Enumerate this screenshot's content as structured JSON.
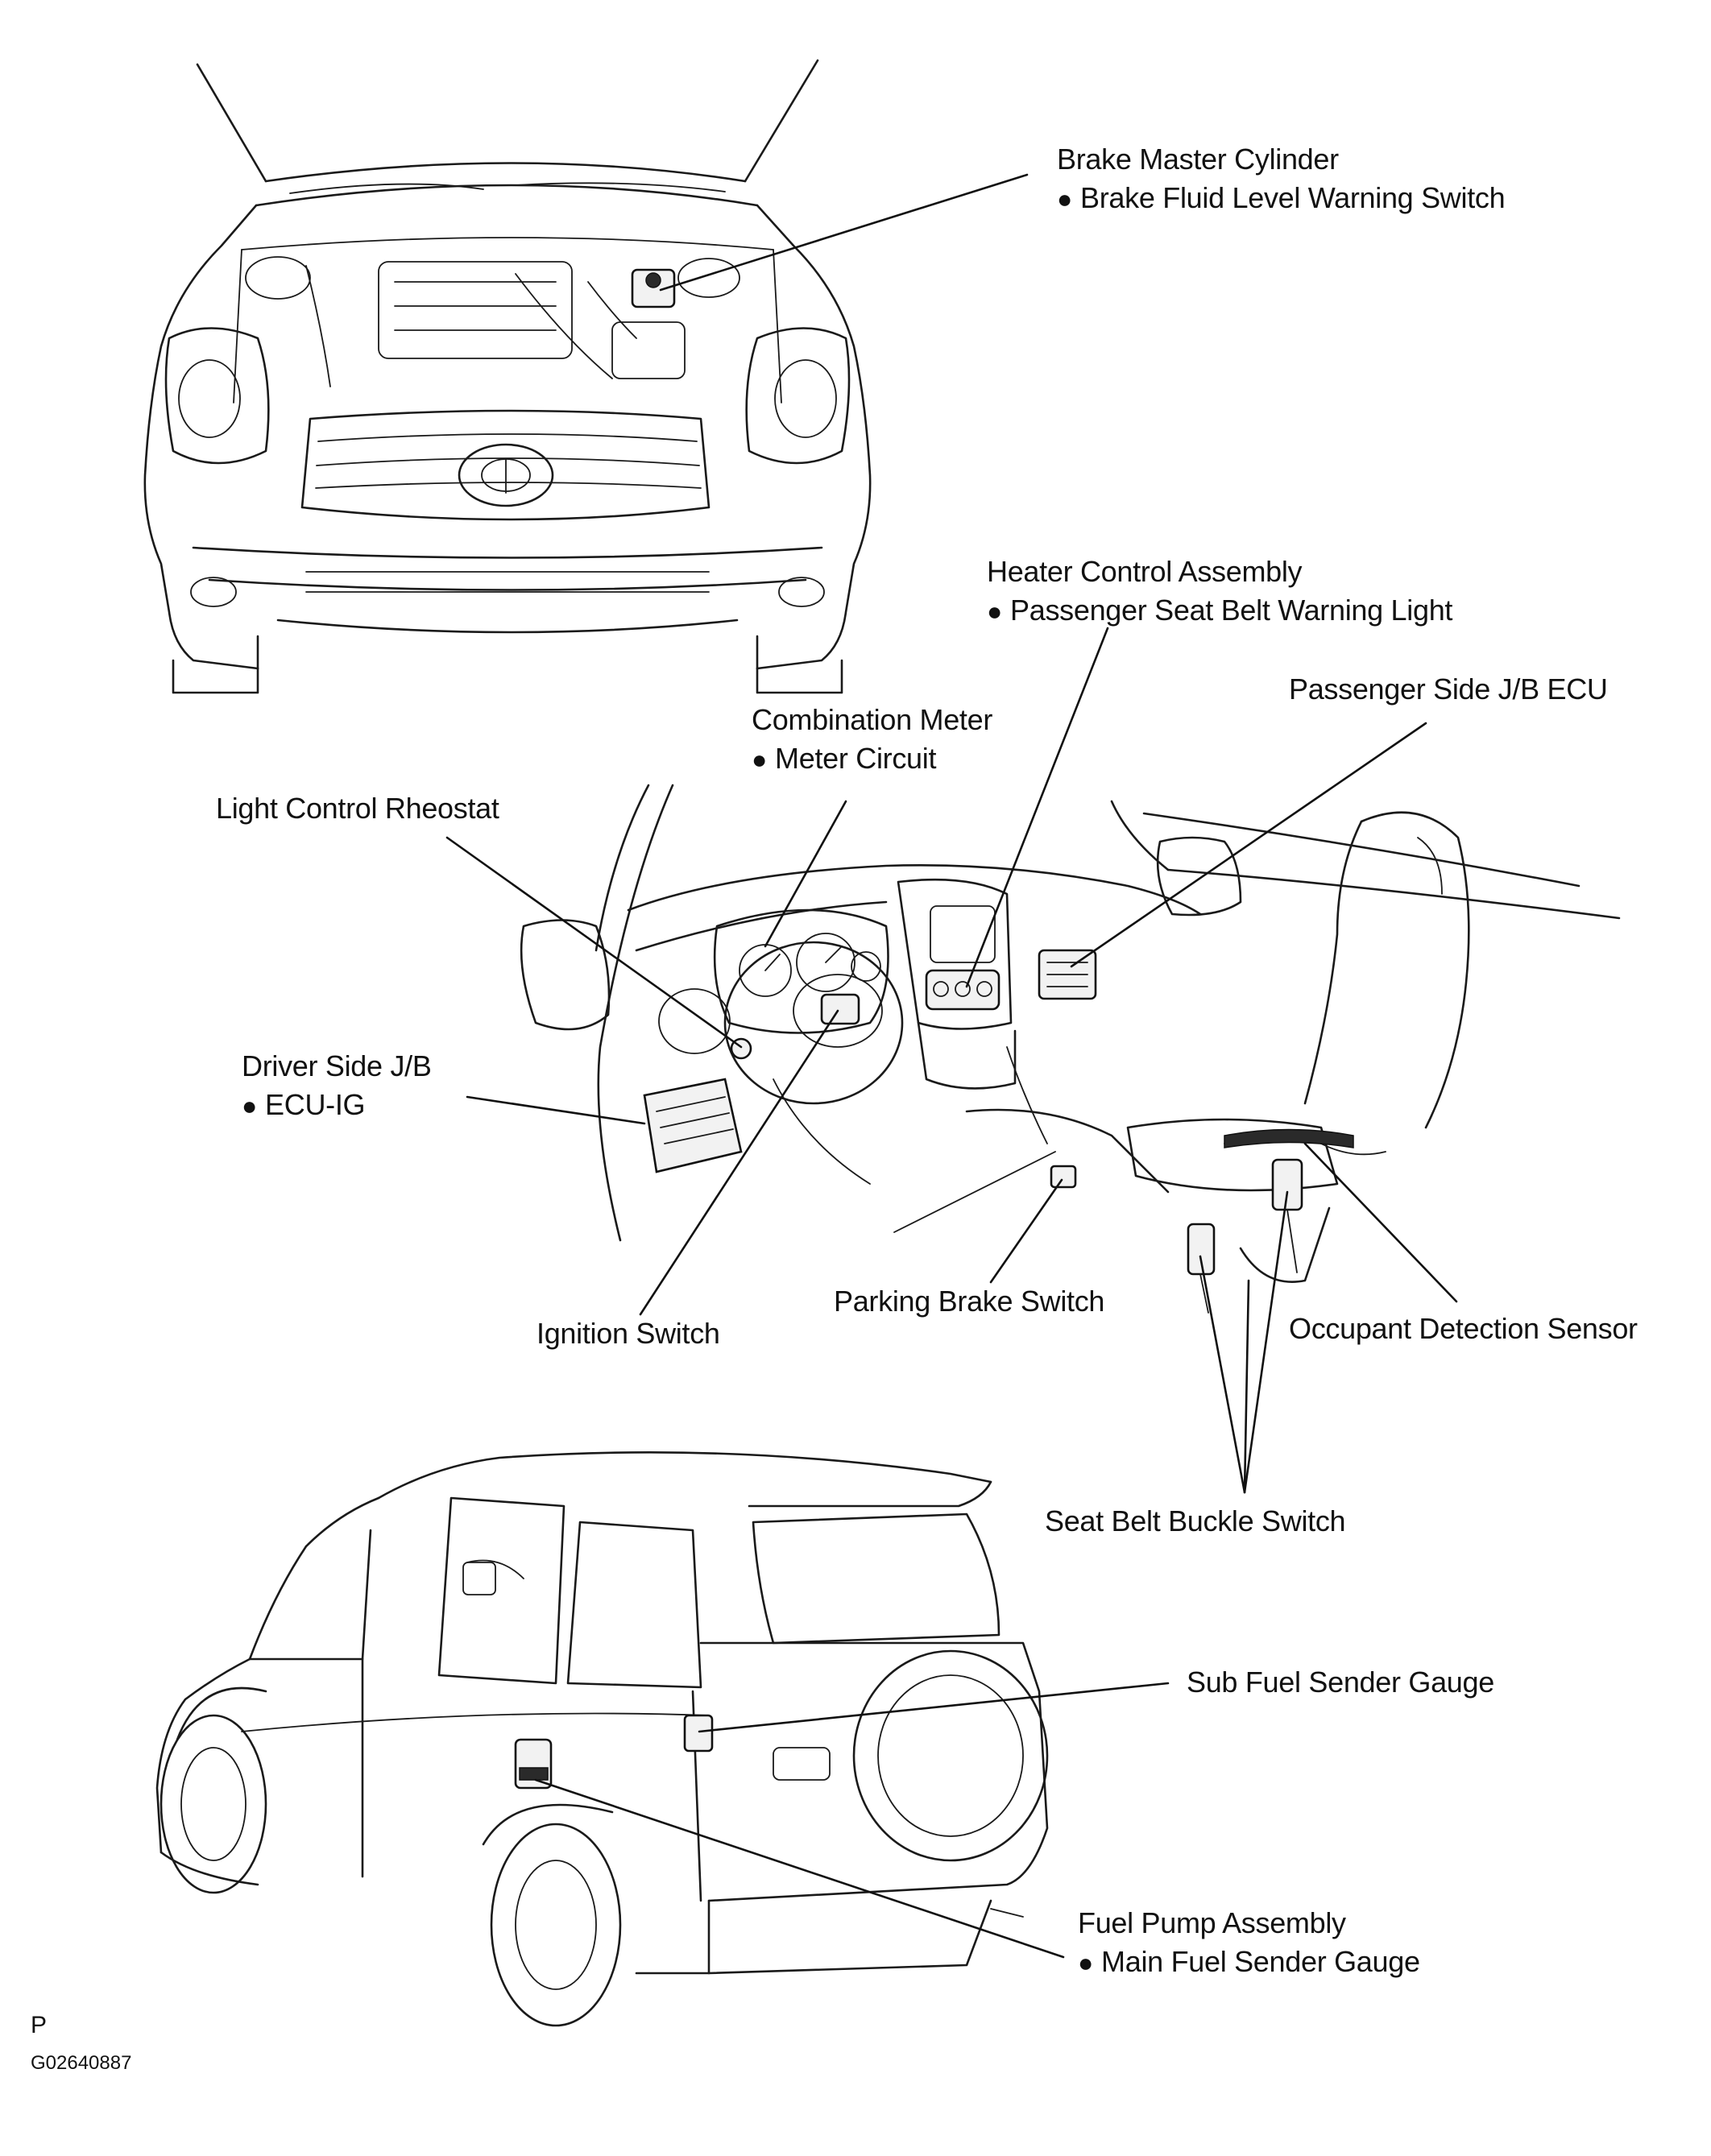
{
  "labels": {
    "brake_master": {
      "title": "Brake Master Cylinder",
      "sub": "Brake Fluid Level Warning Switch"
    },
    "heater_control": {
      "title": "Heater Control Assembly",
      "sub": "Passenger Seat Belt Warning Light"
    },
    "passenger_jb": {
      "title": "Passenger Side J/B ECU"
    },
    "combination_meter": {
      "title": "Combination Meter",
      "sub": "Meter Circuit"
    },
    "light_rheostat": {
      "title": "Light Control Rheostat"
    },
    "driver_jb": {
      "title": "Driver Side J/B",
      "sub": "ECU-IG"
    },
    "ignition_switch": {
      "title": "Ignition Switch"
    },
    "parking_brake": {
      "title": "Parking Brake Switch"
    },
    "occupant_sensor": {
      "title": "Occupant Detection Sensor"
    },
    "seat_belt_buckle": {
      "title": "Seat Belt Buckle Switch"
    },
    "sub_fuel": {
      "title": "Sub Fuel Sender Gauge"
    },
    "fuel_pump": {
      "title": "Fuel Pump Assembly",
      "sub": "Main Fuel Sender Gauge"
    }
  },
  "footer": {
    "letter": "P",
    "code": "G02640887"
  },
  "icons": {
    "bullet": "filled-circle-icon"
  }
}
